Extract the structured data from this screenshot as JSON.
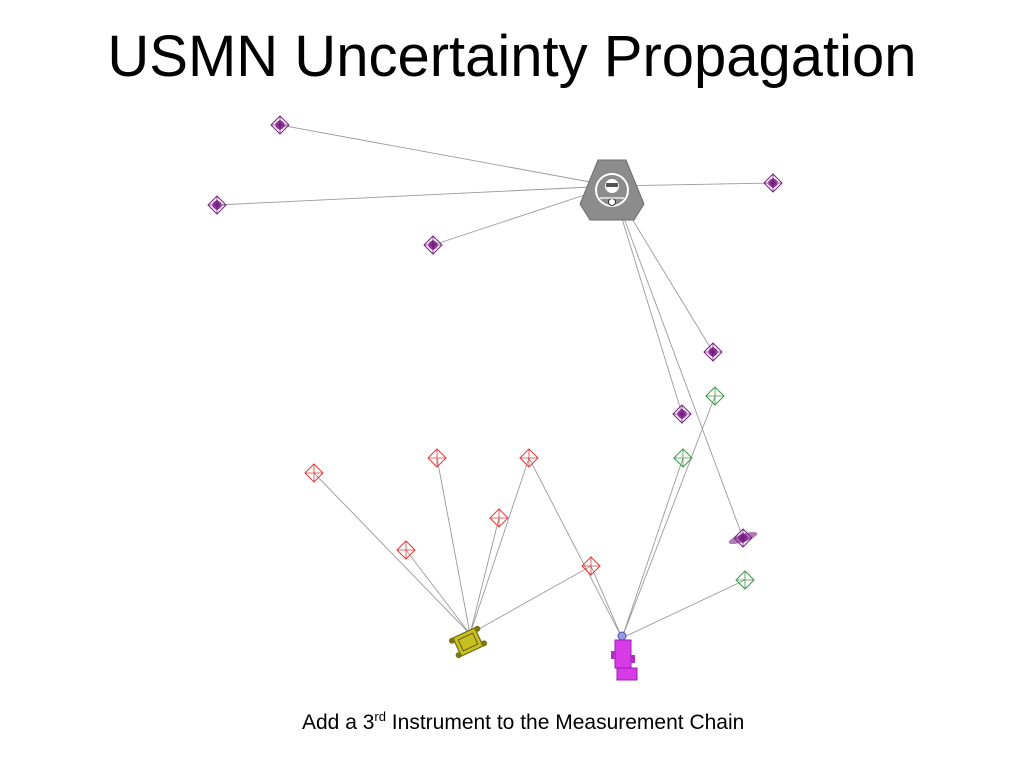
{
  "slide": {
    "title": "USMN Uncertainty Propagation",
    "caption": {
      "before": "Add a 3",
      "superscript": "rd",
      "after": " Instrument to the Measurement Chain"
    }
  },
  "colors": {
    "line": "#9a9a9a",
    "tracker": "#8c8c8c",
    "purple_target": "#7b1f86",
    "red_target": "#e03a3a",
    "green_target": "#3a9a45",
    "instrument_yellow": "#c8c020",
    "instrument_magenta": "#d63be6"
  },
  "instruments": [
    {
      "id": "tracker",
      "name": "laser-tracker-instrument"
    },
    {
      "id": "yellow",
      "name": "yellow-instrument"
    },
    {
      "id": "magenta",
      "name": "magenta-instrument"
    }
  ],
  "targets": {
    "purple": [
      {
        "id": "p1"
      },
      {
        "id": "p2"
      },
      {
        "id": "p3"
      },
      {
        "id": "p4"
      },
      {
        "id": "p5"
      },
      {
        "id": "p6"
      },
      {
        "id": "p7"
      }
    ],
    "red": [
      {
        "id": "r1"
      },
      {
        "id": "r2"
      },
      {
        "id": "r3"
      },
      {
        "id": "r4"
      },
      {
        "id": "r5"
      },
      {
        "id": "r6"
      }
    ],
    "green": [
      {
        "id": "g1"
      },
      {
        "id": "g2"
      },
      {
        "id": "g3"
      }
    ]
  },
  "connections": [
    {
      "from": "tracker",
      "to": "p1"
    },
    {
      "from": "tracker",
      "to": "p2"
    },
    {
      "from": "tracker",
      "to": "p3"
    },
    {
      "from": "tracker",
      "to": "p4"
    },
    {
      "from": "tracker",
      "to": "p5"
    },
    {
      "from": "tracker",
      "to": "p6"
    },
    {
      "from": "tracker",
      "to": "p7"
    },
    {
      "from": "yellow",
      "to": "r1"
    },
    {
      "from": "yellow",
      "to": "r2"
    },
    {
      "from": "yellow",
      "to": "r3"
    },
    {
      "from": "yellow",
      "to": "r4"
    },
    {
      "from": "yellow",
      "to": "r5"
    },
    {
      "from": "yellow",
      "to": "r6"
    },
    {
      "from": "magenta",
      "to": "r3"
    },
    {
      "from": "magenta",
      "to": "r4"
    },
    {
      "from": "magenta",
      "to": "g1"
    },
    {
      "from": "magenta",
      "to": "g2"
    },
    {
      "from": "magenta",
      "to": "g3"
    }
  ]
}
